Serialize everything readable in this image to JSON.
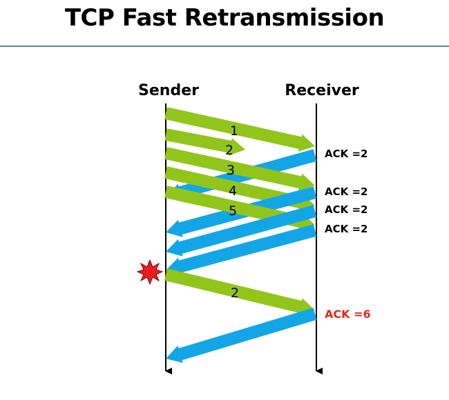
{
  "title": "TCP Fast Retransmission",
  "lanes": {
    "sender": "Sender",
    "receiver": "Receiver"
  },
  "colors": {
    "data": "#92c51b",
    "ack": "#13a6e6",
    "alert": "#e8261c",
    "rule": "#5a7fa6",
    "loss": "#e81e1e"
  },
  "segments": [
    {
      "label": "1"
    },
    {
      "label": "2"
    },
    {
      "label": "3"
    },
    {
      "label": "4"
    },
    {
      "label": "5"
    },
    {
      "label": "2"
    }
  ],
  "acks": [
    {
      "label": "ACK =2"
    },
    {
      "label": "ACK =2"
    },
    {
      "label": "ACK =2"
    },
    {
      "label": "ACK =2"
    },
    {
      "label": "ACK =6",
      "alert": true
    }
  ],
  "loss_icon": "explosion-icon"
}
